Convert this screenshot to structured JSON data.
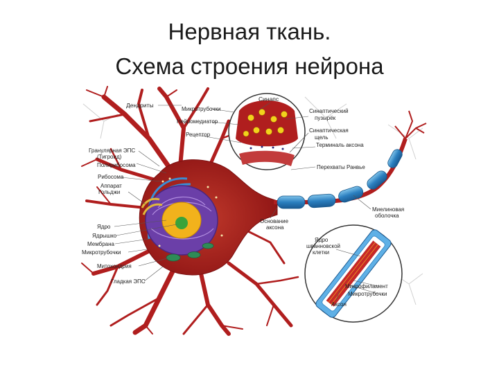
{
  "slide": {
    "title_line1": "Нервная ткань.",
    "title_line2": "Схема строения нейрона"
  },
  "labels": {
    "dendrites": "Дендриты",
    "microtubules_top": "Микротрубочки",
    "neurotransmitter": "Нейромедиатор",
    "receptor": "Рецептор",
    "synapse": "Синапс",
    "synaptic_vesicle_1": "Синаптический",
    "synaptic_vesicle_2": "пузырёк",
    "synaptic_cleft_1": "Синаптическая",
    "synaptic_cleft_2": "щель",
    "axon_terminal": "Терминаль аксона",
    "granular_er_1": "Гранулярная ЭПС",
    "granular_er_2": "(Тигроид)",
    "polyribosome": "Полирибосома",
    "ribosome": "Рибосома",
    "golgi_1": "Аппарат",
    "golgi_2": "Гольджи",
    "ranvier": "Перехваты Ранвье",
    "axon_hillock_1": "Основание",
    "axon_hillock_2": "аксона",
    "myelin_1": "Миелиновая",
    "myelin_2": "оболочка",
    "nucleus": "Ядро",
    "nucleolus": "Ядрышко",
    "membrane": "Мембрана",
    "microtubules_left": "Микротрубочки",
    "mitochondria": "Митохондрия",
    "smooth_er": "Гладкая ЭПС",
    "schwann_1": "Ядро",
    "schwann_2": "шванновской",
    "schwann_3": "клетки",
    "microfilament": "Микрофиламент",
    "microtubules_right": "Микротрубочки",
    "axon": "Аксон"
  }
}
